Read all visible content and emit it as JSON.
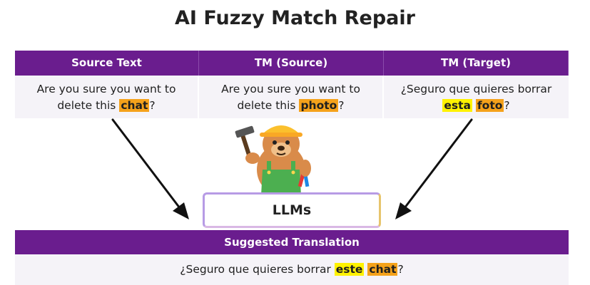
{
  "title": "AI Fuzzy Match Repair",
  "columns": [
    "Source Text",
    "TM (Source)",
    "TM (Target)"
  ],
  "source_text": {
    "line1": "Are you sure you want to",
    "pre": "delete this ",
    "highlight": "chat",
    "post": "?"
  },
  "tm_source": {
    "line1": "Are you sure you want to",
    "pre": "delete this ",
    "highlight": "photo",
    "post": "?"
  },
  "tm_target": {
    "line1": "¿Seguro que quieres borrar",
    "highlight_yellow": "esta",
    "space": " ",
    "highlight_orange": "foto",
    "post": "?"
  },
  "center_box": {
    "label": "LLMs"
  },
  "suggested": {
    "header": "Suggested Translation",
    "pre": "¿Seguro que quieres borrar ",
    "highlight_yellow": "este",
    "space": " ",
    "highlight_orange": "chat",
    "post": "?"
  },
  "colors": {
    "header_bg": "#6a1d8e",
    "cell_bg": "#f5f3f8",
    "highlight_orange": "#f5a21b",
    "highlight_yellow": "#fff200"
  },
  "icons": {
    "mascot": "beaver-builder-mascot-icon"
  }
}
